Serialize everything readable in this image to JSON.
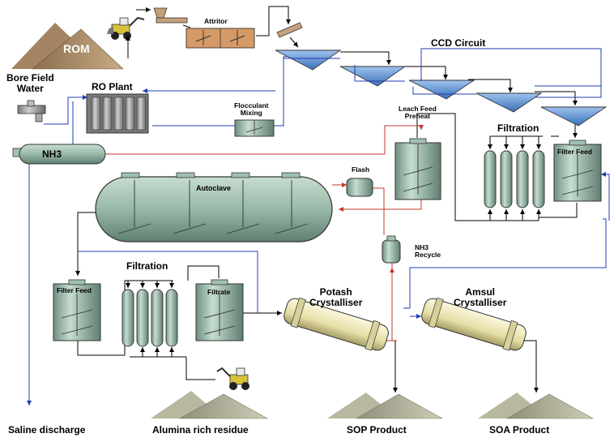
{
  "labels": {
    "rom": "ROM",
    "attritor": "Attritor",
    "ccd_circuit": "CCD Circuit",
    "bore_field_water": "Bore Field\nWater",
    "ro_plant": "RO Plant",
    "flocculant_mixing": "Flocculant\nMixing",
    "leach_feed_preheat": "Leach Feed\nPreheat",
    "filtration_top": "Filtration",
    "filter_feed_top": "Filter Feed",
    "nh3_tank": "NH3",
    "flash": "Flash",
    "autoclave": "Autoclave",
    "nh3_recycle": "NH3\nRecycle",
    "filter_feed_bottom": "Filter Feed",
    "filtration_bottom": "Filtration",
    "filtrate": "Filtrate",
    "potash_crystalliser": "Potash\nCrystalliser",
    "amsul_crystalliser": "Amsul\nCrystalliser",
    "saline_discharge": "Saline discharge",
    "alumina_rich_residue": "Alumina rich residue",
    "sop_product": "SOP Product",
    "soa_product": "SOA Product"
  },
  "colors": {
    "tank_fill": "#9fc1b0",
    "pile_fill": "#b59a76",
    "ro_plant_fill": "#a6a6a6",
    "thickener_fill": "#6f9fd8",
    "red_line": "#c0392b",
    "blue_line": "#1f3cb3",
    "black_line": "#000000",
    "crystalliser_fill": "#efe9b8"
  },
  "icons": [
    "loader-icon",
    "tap-icon"
  ]
}
